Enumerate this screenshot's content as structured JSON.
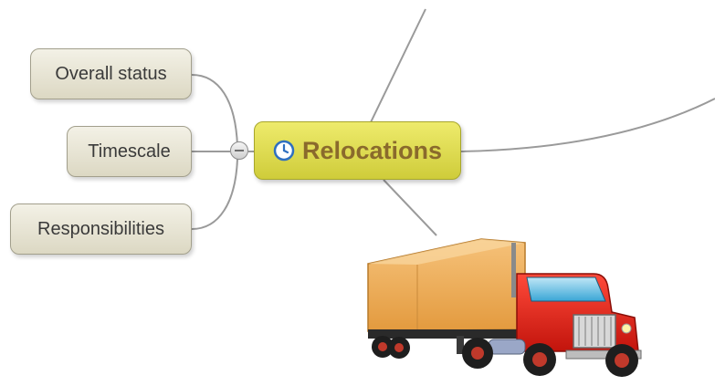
{
  "map": {
    "central_topic": {
      "label": "Relocations",
      "marker_icon": "clock-icon",
      "fill_color": "#e4e14f",
      "text_color": "#8a6a2c"
    },
    "subtopics": [
      {
        "label": "Overall status"
      },
      {
        "label": "Timescale"
      },
      {
        "label": "Responsibilities"
      }
    ],
    "collapse_control_icon": "minus-circle-icon",
    "attached_image": "truck-illustration"
  }
}
